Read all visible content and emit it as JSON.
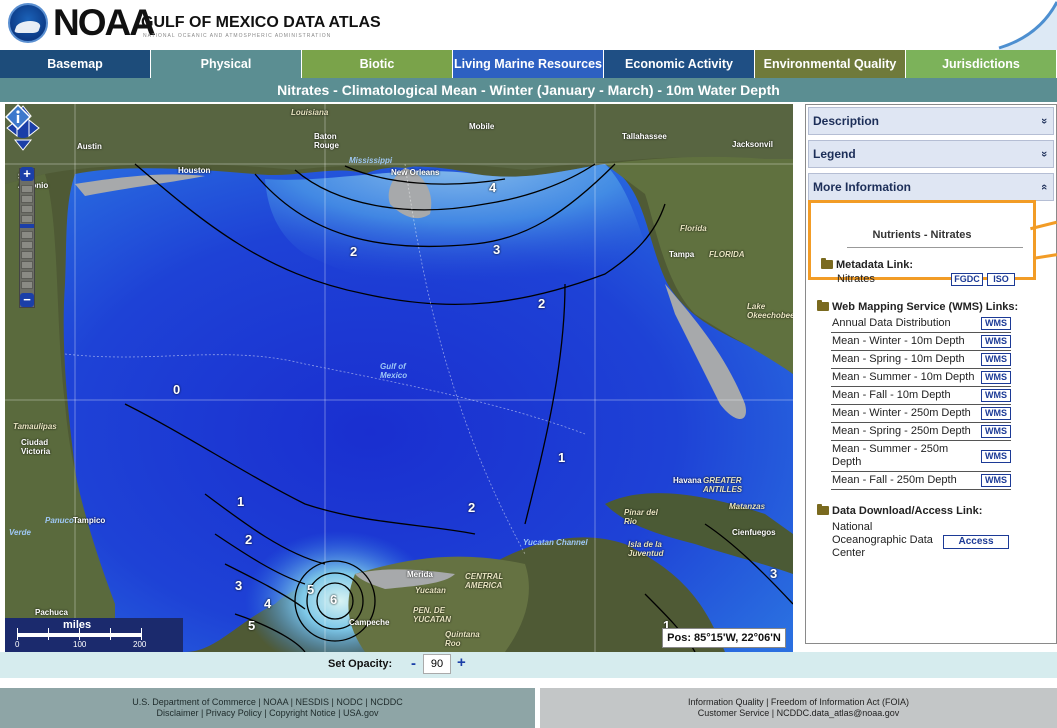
{
  "header": {
    "brand": "NOAA",
    "atlas_title": "GULF OF MEXICO DATA ATLAS",
    "atlas_subtitle": "NATIONAL OCEANIC AND ATMOSPHERIC ADMINISTRATION"
  },
  "nav": {
    "tabs": [
      {
        "label": "Basemap",
        "color": "#1d4c7a"
      },
      {
        "label": "Physical",
        "color": "#5b8e92"
      },
      {
        "label": "Biotic",
        "color": "#7aa34a"
      },
      {
        "label": "Living Marine Resources",
        "color": "#2d60c2"
      },
      {
        "label": "Economic Activity",
        "color": "#1f4f84"
      },
      {
        "label": "Environmental Quality",
        "color": "#6f7a3b"
      },
      {
        "label": "Jurisdictions",
        "color": "#7cb25a"
      }
    ]
  },
  "layer_title": "Nitrates - Climatological Mean - Winter (January - March) - 10m Water Depth",
  "map": {
    "places": {
      "louisiana": "Louisiana",
      "baton_rouge": "Baton Rouge",
      "mobile": "Mobile",
      "tallahassee": "Tallahassee",
      "jacksonville": "Jacksonvil",
      "austin": "Austin",
      "san_antonio": "San Antonio",
      "houston": "Houston",
      "new_orleans": "New Orleans",
      "mississippi": "Mississippi",
      "florida_lower": "Florida",
      "florida": "FLORIDA",
      "tampa": "Tampa",
      "lake_okeechobee": "Lake Okeechobee",
      "gulf_of_mexico": "Gulf of Mexico",
      "tamaulipas": "Tamaulipas",
      "ciudad_victoria": "Ciudad Victoria",
      "tampico": "Tampico",
      "panuco": "Panuco",
      "verde": "Verde",
      "havana": "Havana",
      "greater_antilles": "GREATER ANTILLES",
      "matanzas": "Matanzas",
      "pinar_del_rio": "Pinar del Rio",
      "cienfuegos": "Cienfuegos",
      "isla_juventud": "Isla de la Juventud",
      "yucatan_channel": "Yucatan Channel",
      "merida": "Merida",
      "yucatan": "Yucatan",
      "central_america": "CENTRAL AMERICA",
      "pen_yucatan": "PEN. DE YUCATAN",
      "campeche": "Campeche",
      "quintana_roo": "Quintana Roo",
      "pachuca": "Pachuca"
    },
    "contour_labels": {
      "c4_north": "4",
      "c2_west": "2",
      "c3_north": "3",
      "c2_north": "2",
      "c0_west": "0",
      "c1_east": "1",
      "c1_south": "1",
      "c2_south": "2",
      "c2_sw": "2",
      "c3_sw": "3",
      "c4_sw": "4",
      "c5_sw": "5",
      "c6_sw": "6",
      "c5_far": "5",
      "c3_east": "3",
      "c1_se": "1"
    },
    "scale": {
      "unit": "miles",
      "ticks": [
        "0",
        "100",
        "200"
      ]
    },
    "position": "Pos: 85°15'W, 22°06'N"
  },
  "panel": {
    "description": "Description",
    "legend": "Legend",
    "more_info": "More Information",
    "chev_down": "»",
    "chev_up": "«",
    "nutrients_title": "Nutrients - Nitrates",
    "metadata_label": "Metadata Link:",
    "metadata_value": "Nitrates",
    "fgdc": "FGDC",
    "iso": "ISO",
    "wms_label": "Web Mapping Service (WMS) Links:",
    "wms_rows": [
      "Annual Data Distribution",
      "Mean - Winter - 10m Depth",
      "Mean - Spring - 10m Depth",
      "Mean - Summer - 10m Depth",
      "Mean - Fall - 10m Depth",
      "Mean - Winter - 250m Depth",
      "Mean - Spring - 250m Depth",
      "Mean - Summer - 250m Depth",
      "Mean - Fall - 250m Depth"
    ],
    "wms_btn": "WMS",
    "download_label": "Data Download/Access Link:",
    "download_text": "National Oceanographic Data Center",
    "access_btn": "Access"
  },
  "opacity": {
    "label": "Set Opacity:",
    "minus": "-",
    "value": "90",
    "plus": "+"
  },
  "footer": {
    "left_line1": "U.S. Department of Commerce | NOAA | NESDIS | NODC | NCDDC",
    "left_line2": "Disclaimer | Privacy Policy | Copyright Notice | USA.gov",
    "right_line1": "Information Quality | Freedom of Information Act (FOIA)",
    "right_line2": "Customer Service | NCDDC.data_atlas@noaa.gov"
  }
}
